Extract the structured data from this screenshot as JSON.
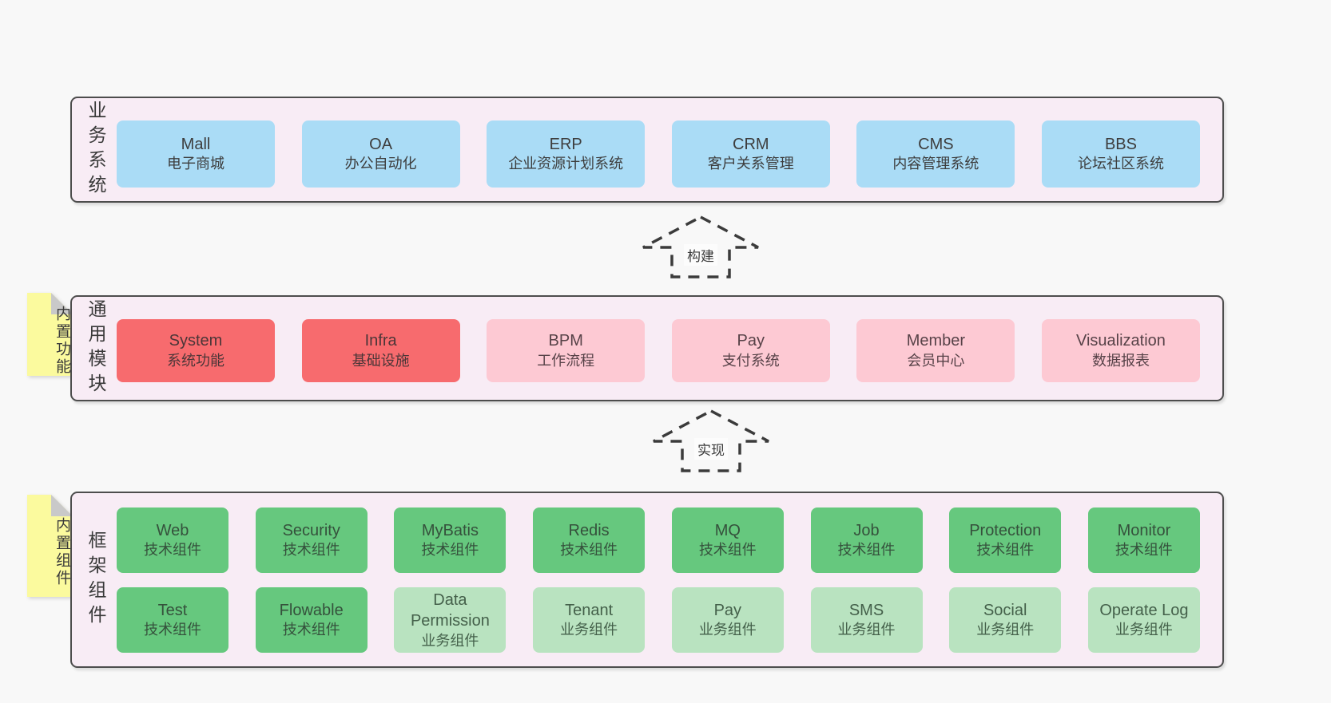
{
  "colors": {
    "page_bg": "#f8f8f8",
    "band_bg": "#f8ecf5",
    "band_border": "#4d4d4d",
    "box_blue": "#aadcf6",
    "box_red": "#f76b6e",
    "box_pink": "#fdc9d3",
    "box_green": "#66c87e",
    "box_green_light": "#b9e3c0",
    "sticky_yellow": "#fbfa9e",
    "sticky_fold": "#c9c9c9",
    "arrow_stroke": "#3b3b3b",
    "text": "#3d3d3d"
  },
  "bands": [
    {
      "label": "业务系统",
      "boxes": [
        {
          "name": "Mall",
          "desc": "电子商城"
        },
        {
          "name": "OA",
          "desc": "办公自动化"
        },
        {
          "name": "ERP",
          "desc": "企业资源计划系统"
        },
        {
          "name": "CRM",
          "desc": "客户关系管理"
        },
        {
          "name": "CMS",
          "desc": "内容管理系统"
        },
        {
          "name": "BBS",
          "desc": "论坛社区系统"
        }
      ]
    },
    {
      "label": "通用模块",
      "sticky": "内置功能",
      "boxes": [
        {
          "name": "System",
          "desc": "系统功能"
        },
        {
          "name": "Infra",
          "desc": "基础设施"
        },
        {
          "name": "BPM",
          "desc": "工作流程"
        },
        {
          "name": "Pay",
          "desc": "支付系统"
        },
        {
          "name": "Member",
          "desc": "会员中心"
        },
        {
          "name": "Visualization",
          "desc": "数据报表"
        }
      ]
    },
    {
      "label": "框架组件",
      "sticky": "内置组件",
      "rows": [
        [
          {
            "name": "Web",
            "desc": "技术组件"
          },
          {
            "name": "Security",
            "desc": "技术组件"
          },
          {
            "name": "MyBatis",
            "desc": "技术组件"
          },
          {
            "name": "Redis",
            "desc": "技术组件"
          },
          {
            "name": "MQ",
            "desc": "技术组件"
          },
          {
            "name": "Job",
            "desc": "技术组件"
          },
          {
            "name": "Protection",
            "desc": "技术组件"
          },
          {
            "name": "Monitor",
            "desc": "技术组件"
          }
        ],
        [
          {
            "name": "Test",
            "desc": "技术组件"
          },
          {
            "name": "Flowable",
            "desc": "技术组件"
          },
          {
            "name": "Data Permission",
            "desc": "业务组件"
          },
          {
            "name": "Tenant",
            "desc": "业务组件"
          },
          {
            "name": "Pay",
            "desc": "业务组件"
          },
          {
            "name": "SMS",
            "desc": "业务组件"
          },
          {
            "name": "Social",
            "desc": "业务组件"
          },
          {
            "name": "Operate Log",
            "desc": "业务组件"
          }
        ]
      ]
    }
  ],
  "arrows": [
    {
      "label": "构建"
    },
    {
      "label": "实现"
    }
  ]
}
